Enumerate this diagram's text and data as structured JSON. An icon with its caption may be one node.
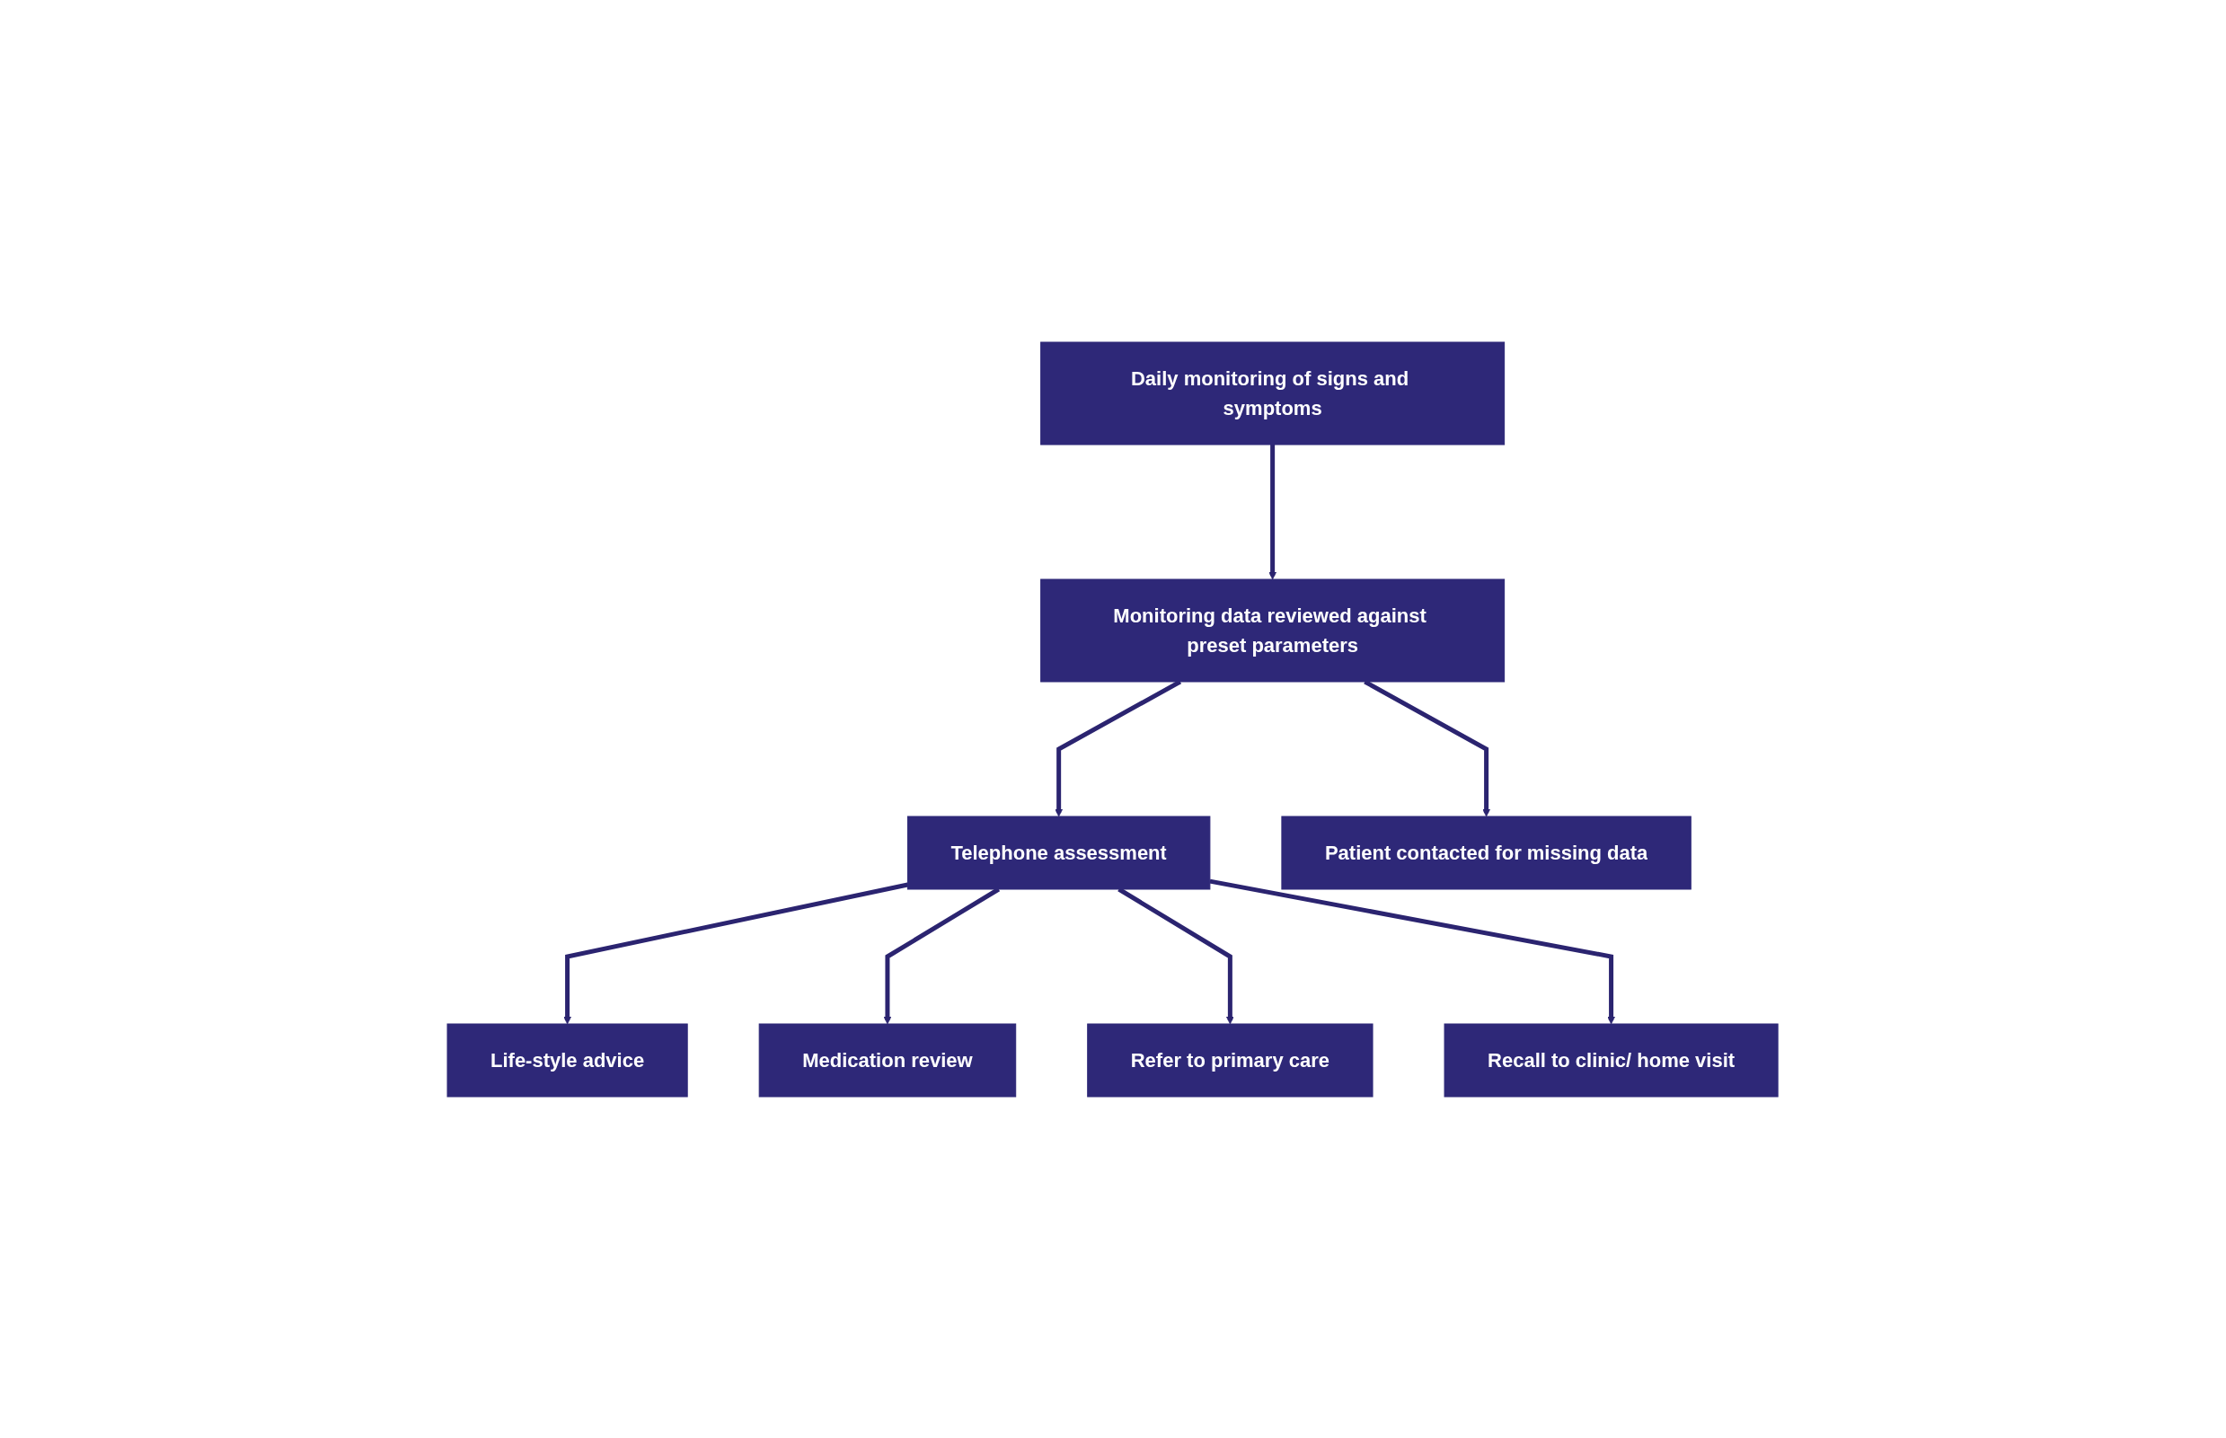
{
  "diagram": {
    "nodes": [
      {
        "text": [
          "Daily monitoring of signs and symptoms"
        ]
      },
      {
        "text": [
          "Monitoring data reviewed against preset parameters"
        ]
      },
      {
        "text": [
          "Patient contacted for missing data"
        ]
      },
      {
        "text": [
          "Life-style advice"
        ]
      },
      {
        "text": [
          "Medication review"
        ]
      },
      {
        "text": [
          "Telephone assessment"
        ]
      },
      {
        "text": [
          "Refer to primary care"
        ]
      },
      {
        "text": [
          "Recall to clinic/ home visit"
        ]
      }
    ],
    "edges": [
      {
        "from": 0,
        "to": 1,
        "arrow": "to"
      },
      {
        "from": 1,
        "to": 2,
        "arrow": "to"
      },
      {
        "from": 1,
        "to": 5,
        "arrow": "to"
      },
      {
        "from": 5,
        "to": 3,
        "arrow": "to"
      },
      {
        "from": 5,
        "to": 4,
        "arrow": "to"
      },
      {
        "from": 5,
        "to": 6,
        "arrow": "to"
      },
      {
        "from": 5,
        "to": 7,
        "arrow": "to"
      }
    ]
  }
}
